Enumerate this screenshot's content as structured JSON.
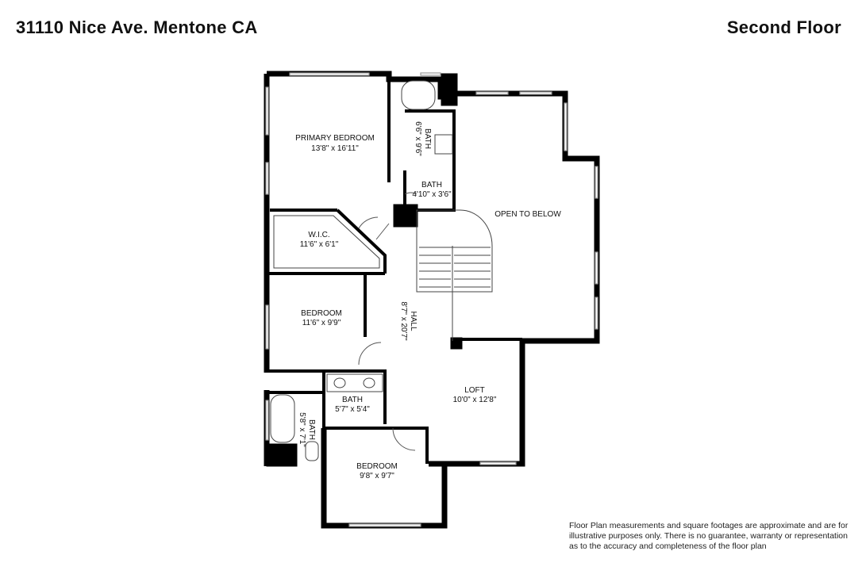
{
  "header": {
    "address": "31110 Nice Ave. Mentone CA",
    "floor": "Second Floor"
  },
  "rooms": {
    "primary_bedroom": {
      "name": "PRIMARY BEDROOM",
      "dims": "13'8\" x 16'11\""
    },
    "bath_primary": {
      "name": "BATH",
      "dims": "6'6\" x 9'6\""
    },
    "bath_small": {
      "name": "BATH",
      "dims": "4'10\" x 3'6\""
    },
    "open_to_below": {
      "name": "OPEN TO BELOW"
    },
    "wic": {
      "name": "W.I.C.",
      "dims": "11'6\" x 6'1\""
    },
    "bedroom_1": {
      "name": "BEDROOM",
      "dims": "11'6\" x 9'9\""
    },
    "hall": {
      "name": "HALL",
      "dims": "8'7\" x 20'7\""
    },
    "loft": {
      "name": "LOFT",
      "dims": "10'0\" x 12'8\""
    },
    "bath_hall": {
      "name": "BATH",
      "dims": "5'7\" x 5'4\""
    },
    "bath_side": {
      "name": "BATH",
      "dims": "5'8\" x 7'1\""
    },
    "bedroom_2": {
      "name": "BEDROOM",
      "dims": "9'8\" x 9'7\""
    }
  },
  "disclaimer": {
    "line1": "Floor Plan measurements and square footages are approximate and are for",
    "line2": "illustrative purposes only. There is no guarantee, warranty or representation",
    "line3": "as to the accuracy and completeness of the floor plan"
  }
}
